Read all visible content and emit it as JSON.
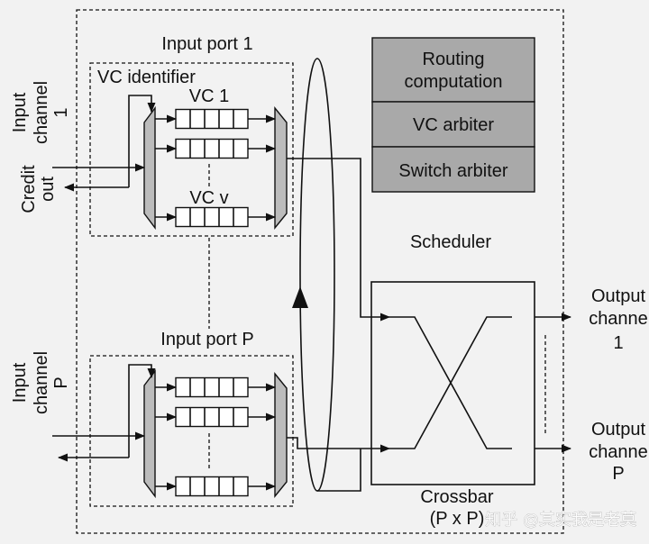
{
  "input_port_1": {
    "title": "Input port 1",
    "vc_identifier": "VC identifier",
    "vc_first": "VC 1",
    "vc_last": "VC v"
  },
  "input_port_p": {
    "title": "Input port P"
  },
  "left_labels": {
    "input_channel_1": [
      "Input",
      "channel",
      "1"
    ],
    "credit_out": [
      "Credit",
      "out"
    ],
    "input_channel_p": [
      "Input",
      "channel",
      "P"
    ]
  },
  "scheduler": {
    "routing_computation": [
      "Routing",
      "computation"
    ],
    "vc_arbiter": "VC arbiter",
    "switch_arbiter": "Switch arbiter",
    "label": "Scheduler"
  },
  "crossbar": {
    "label": "Crossbar",
    "size": "(P x P)"
  },
  "outputs": {
    "output_channel_1": [
      "Output",
      "channe",
      "1"
    ],
    "output_channel_p": [
      "Output",
      "channe",
      "P"
    ]
  },
  "watermark": "知乎 @其实我是老莫",
  "colors": {
    "background": "#f2f2f2",
    "scheduler_block_fill": "#a9a9a9",
    "mux_fill": "#bcbcbc",
    "line": "#111111"
  }
}
